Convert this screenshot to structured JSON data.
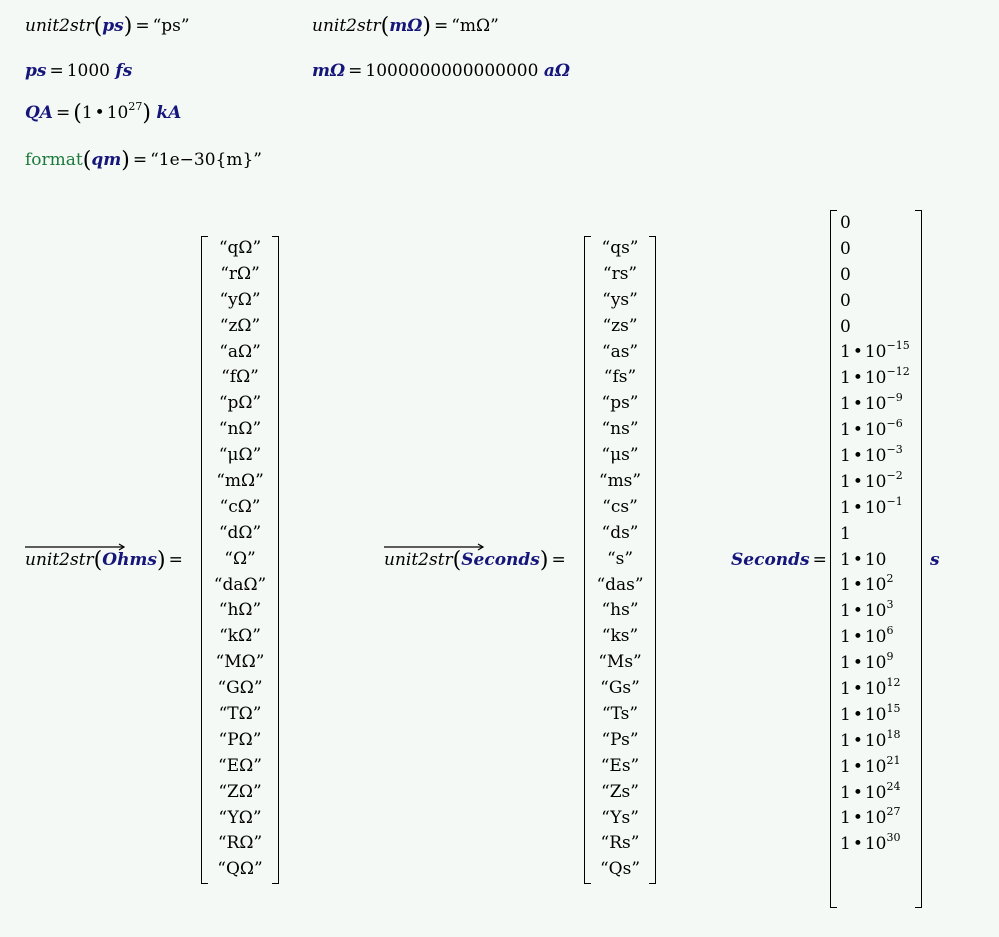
{
  "line1": {
    "fn": "unit2str",
    "arg": "ps",
    "result": "“ps”"
  },
  "line1b": {
    "fn": "unit2str",
    "arg": "mΩ",
    "result": "“mΩ”"
  },
  "line2": {
    "lhs": "ps",
    "value": "1000",
    "unit": "fs"
  },
  "line2b": {
    "lhs": "mΩ",
    "value": "1000000000000000",
    "unit": "aΩ"
  },
  "line3": {
    "lhs": "QA",
    "mantissa": "1",
    "dot": "•",
    "base": "10",
    "exp": "27",
    "unit": "kA"
  },
  "line4": {
    "fn": "format",
    "arg": "qm",
    "result": "“1e−30{m}”"
  },
  "vec1": {
    "fn": "unit2str",
    "arg": "Ohms",
    "values": [
      "“qΩ”",
      "“rΩ”",
      "“yΩ”",
      "“zΩ”",
      "“aΩ”",
      "“fΩ”",
      "“pΩ”",
      "“nΩ”",
      "“μΩ”",
      "“mΩ”",
      "“cΩ”",
      "“dΩ”",
      "“Ω”",
      "“daΩ”",
      "“hΩ”",
      "“kΩ”",
      "“MΩ”",
      "“GΩ”",
      "“TΩ”",
      "“PΩ”",
      "“EΩ”",
      "“ZΩ”",
      "“YΩ”",
      "“RΩ”",
      "“QΩ”"
    ]
  },
  "vec2": {
    "fn": "unit2str",
    "arg": "Seconds",
    "values": [
      "“qs”",
      "“rs”",
      "“ys”",
      "“zs”",
      "“as”",
      "“fs”",
      "“ps”",
      "“ns”",
      "“μs”",
      "“ms”",
      "“cs”",
      "“ds”",
      "“s”",
      "“das”",
      "“hs”",
      "“ks”",
      "“Ms”",
      "“Gs”",
      "“Ts”",
      "“Ps”",
      "“Es”",
      "“Zs”",
      "“Ys”",
      "“Rs”",
      "“Qs”"
    ]
  },
  "vec3": {
    "lhs": "Seconds",
    "unit": "s",
    "values": [
      {
        "m": "0"
      },
      {
        "m": "0"
      },
      {
        "m": "0"
      },
      {
        "m": "0"
      },
      {
        "m": "0"
      },
      {
        "m": "1",
        "b": "10",
        "e": "−15"
      },
      {
        "m": "1",
        "b": "10",
        "e": "−12"
      },
      {
        "m": "1",
        "b": "10",
        "e": "−9"
      },
      {
        "m": "1",
        "b": "10",
        "e": "−6"
      },
      {
        "m": "1",
        "b": "10",
        "e": "−3"
      },
      {
        "m": "1",
        "b": "10",
        "e": "−2"
      },
      {
        "m": "1",
        "b": "10",
        "e": "−1"
      },
      {
        "m": "1"
      },
      {
        "m": "1",
        "b": "10"
      },
      {
        "m": "1",
        "b": "10",
        "e": "2"
      },
      {
        "m": "1",
        "b": "10",
        "e": "3"
      },
      {
        "m": "1",
        "b": "10",
        "e": "6"
      },
      {
        "m": "1",
        "b": "10",
        "e": "9"
      },
      {
        "m": "1",
        "b": "10",
        "e": "12"
      },
      {
        "m": "1",
        "b": "10",
        "e": "15"
      },
      {
        "m": "1",
        "b": "10",
        "e": "18"
      },
      {
        "m": "1",
        "b": "10",
        "e": "21"
      },
      {
        "m": "1",
        "b": "10",
        "e": "24"
      },
      {
        "m": "1",
        "b": "10",
        "e": "27"
      },
      {
        "m": "1",
        "b": "10",
        "e": "30"
      }
    ]
  }
}
